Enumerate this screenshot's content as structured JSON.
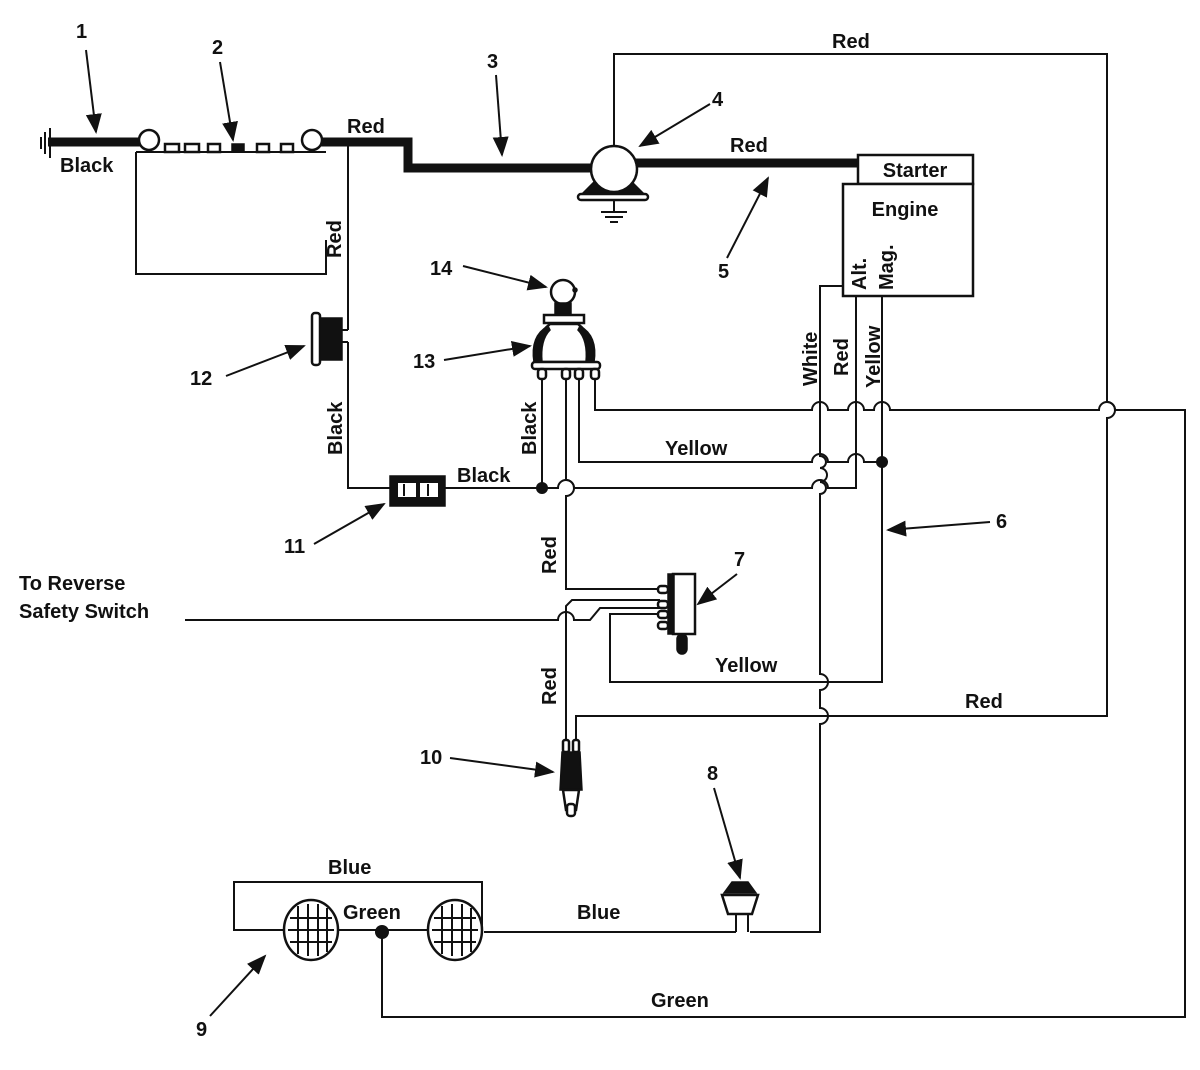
{
  "diagram": {
    "title": "Lawn tractor wiring diagram",
    "wire_labels": {
      "ground_black": "Black",
      "battery_red_top": "Red",
      "battery_red_vertical": "Red",
      "starter_red": "Red",
      "top_loop_red": "Red",
      "fuse_black_vertical": "Black",
      "fuse_black_horizontal": "Black",
      "switch_black_vertical": "Black",
      "engine_white": "White",
      "engine_red": "Red",
      "engine_yellow": "Yellow",
      "switch_yellow": "Yellow",
      "interlock_red": "Red",
      "interlock_yellow": "Yellow",
      "lower_red": "Red",
      "plug_red": "Red",
      "lights_blue_top": "Blue",
      "lights_green": "Green",
      "lights_blue_right": "Blue",
      "bottom_green": "Green"
    },
    "component_labels": {
      "starter": "Starter",
      "engine": "Engine",
      "alt": "Alt.",
      "mag": "Mag."
    },
    "note": {
      "line1": "To Reverse",
      "line2": "Safety Switch"
    },
    "callouts": [
      "1",
      "2",
      "3",
      "4",
      "5",
      "6",
      "7",
      "8",
      "9",
      "10",
      "11",
      "12",
      "13",
      "14"
    ]
  }
}
